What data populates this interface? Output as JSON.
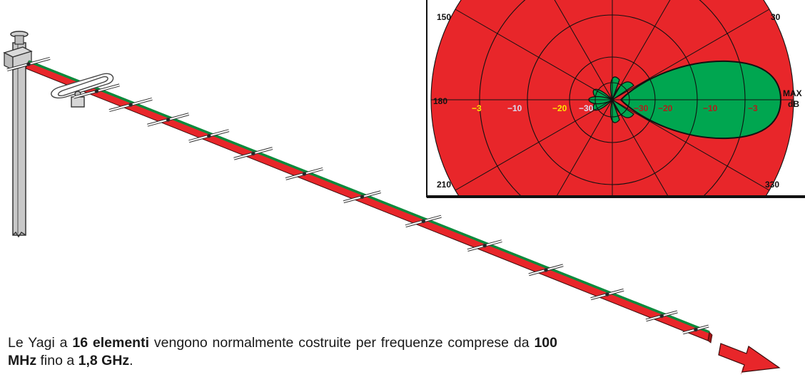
{
  "polar_panel": {
    "angle_labels": {
      "a150": "150",
      "a30": "30",
      "a180": "180",
      "a210": "210",
      "a330": "330"
    },
    "max_label": {
      "line1": "MAX",
      "line2": "dB"
    },
    "db_labels_left": [
      "−3",
      "−10",
      "−20",
      "−30"
    ],
    "db_labels_right": [
      "−30",
      "−20",
      "−10",
      "−3"
    ],
    "colors": {
      "background": "#e8262a",
      "lobe": "#00a650",
      "db_3": "#ffe600",
      "db_10": "#d8dcf0",
      "db_20": "#ffe600",
      "db_30": "#d8dcf0",
      "db_right": "#b31b1b"
    }
  },
  "antenna": {
    "elements": 16,
    "colors": {
      "boom_top": "#0a8a3c",
      "boom_side": "#e8262a",
      "mast": "#c8c8c8",
      "arrow": "#e8262a"
    }
  },
  "caption": {
    "t1": "Le Yagi a ",
    "b1": "16 elementi",
    "t2": " vengono normalmente costruite per fre­quenze comprese da ",
    "b2": "100 MHz",
    "t3": " fino a ",
    "b3": "1,8 GHz",
    "t4": "."
  }
}
